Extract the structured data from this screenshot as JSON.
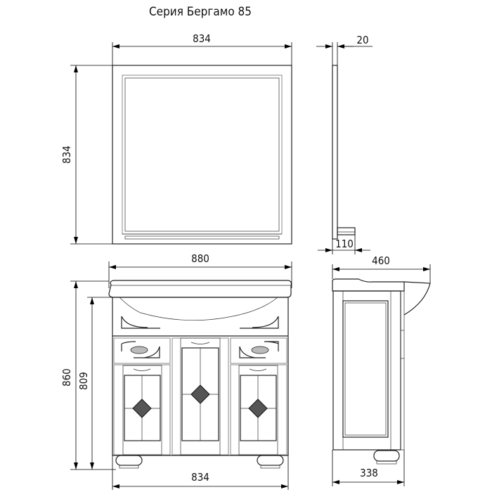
{
  "title": "Серия Бергамо 85",
  "mirror_front": {
    "width_label": "834",
    "height_label": "834"
  },
  "mirror_side": {
    "depth_label": "20",
    "shelf_label": "110"
  },
  "vanity_front": {
    "top_width_label": "880",
    "body_width_label": "834",
    "total_height_label": "860",
    "body_height_label": "809"
  },
  "vanity_side": {
    "top_depth_label": "460",
    "body_depth_label": "338"
  }
}
